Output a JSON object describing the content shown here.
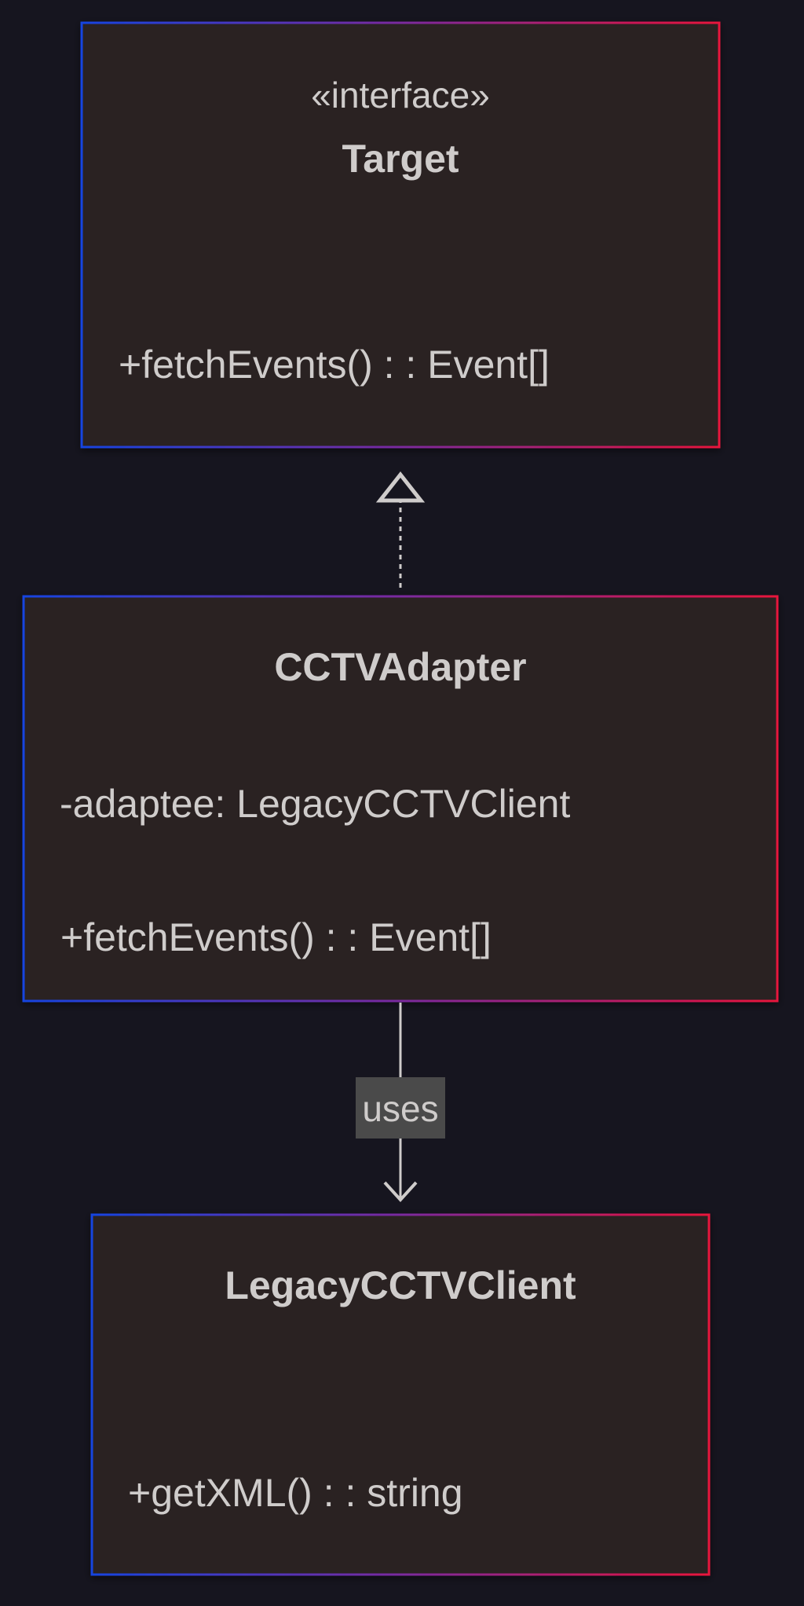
{
  "colors": {
    "background": "#16151f",
    "box_fill": "#2c2424",
    "border_start": "#1744e0",
    "border_mid": "#7a2a9e",
    "border_end": "#e8123c",
    "text": "#cfcccb",
    "edge": "#cfcccb",
    "edge_label_bg": "#4a4a4a"
  },
  "classes": {
    "target": {
      "stereotype": "«interface»",
      "name": "Target",
      "attributes": [],
      "methods": [
        "+fetchEvents() : : Event[]"
      ]
    },
    "adapter": {
      "name": "CCTVAdapter",
      "attributes": [
        "-adaptee: LegacyCCTVClient"
      ],
      "methods": [
        "+fetchEvents() : : Event[]"
      ]
    },
    "legacy": {
      "name": "LegacyCCTVClient",
      "attributes": [],
      "methods": [
        "+getXML() : : string"
      ]
    }
  },
  "relations": {
    "realization": {
      "from": "CCTVAdapter",
      "to": "Target",
      "style": "dashed",
      "head": "hollow-triangle"
    },
    "uses": {
      "from": "CCTVAdapter",
      "to": "LegacyCCTVClient",
      "label": "uses",
      "style": "solid",
      "head": "open-arrow"
    }
  }
}
